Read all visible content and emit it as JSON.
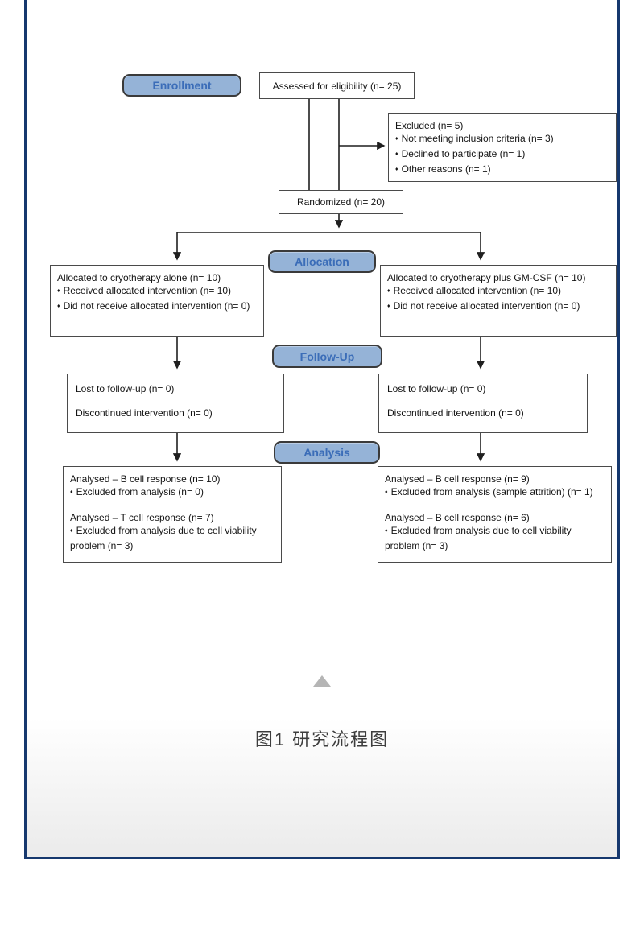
{
  "flowchart": {
    "bullet_glyph": "♦",
    "stage_labels": {
      "enrollment": "Enrollment",
      "allocation": "Allocation",
      "followup": "Follow-Up",
      "analysis": "Analysis"
    },
    "assessed": {
      "text": "Assessed for eligibility (n= 25)"
    },
    "excluded": {
      "title": "Excluded (n= 5)",
      "bullets": [
        "Not meeting inclusion criteria (n= 3)",
        "Declined to participate (n= 1)",
        "Other reasons (n= 1)"
      ]
    },
    "randomized": {
      "text": "Randomized (n= 20)"
    },
    "alloc_left": {
      "title": "Allocated to cryotherapy alone (n= 10)",
      "bullets": [
        "Received allocated intervention (n= 10)",
        "Did not receive allocated intervention (n= 0)"
      ]
    },
    "alloc_right": {
      "title": "Allocated to cryotherapy plus GM-CSF (n= 10)",
      "bullets": [
        "Received allocated intervention (n= 10)",
        "Did not receive allocated intervention (n= 0)"
      ]
    },
    "followup_left": {
      "lines": [
        "Lost to follow-up (n= 0)",
        "Discontinued intervention (n= 0)"
      ]
    },
    "followup_right": {
      "lines": [
        "Lost to follow-up (n= 0)",
        "Discontinued intervention (n= 0)"
      ]
    },
    "analysis_left": {
      "groups": [
        {
          "title": "Analysed – B cell response (n= 10)",
          "bullet": "Excluded from analysis (n= 0)"
        },
        {
          "title": "Analysed – T cell response (n= 7)",
          "bullet": "Excluded from analysis due to cell viability problem (n= 3)"
        }
      ]
    },
    "analysis_right": {
      "groups": [
        {
          "title": "Analysed – B cell response (n= 9)",
          "bullet": "Excluded from analysis (sample attrition) (n= 1)"
        },
        {
          "title": "Analysed – B cell response (n= 6)",
          "bullet": "Excluded from analysis due to cell viability problem (n= 3)"
        }
      ]
    }
  },
  "caption": {
    "text": "图1 研究流程图"
  },
  "colors": {
    "frame_border": "#16386e",
    "pill_fill": "#95b3d7",
    "pill_text": "#3b6db8",
    "box_border": "#4a4a4a",
    "line": "#1f1f1f",
    "triangle": "#b5b5b5"
  }
}
